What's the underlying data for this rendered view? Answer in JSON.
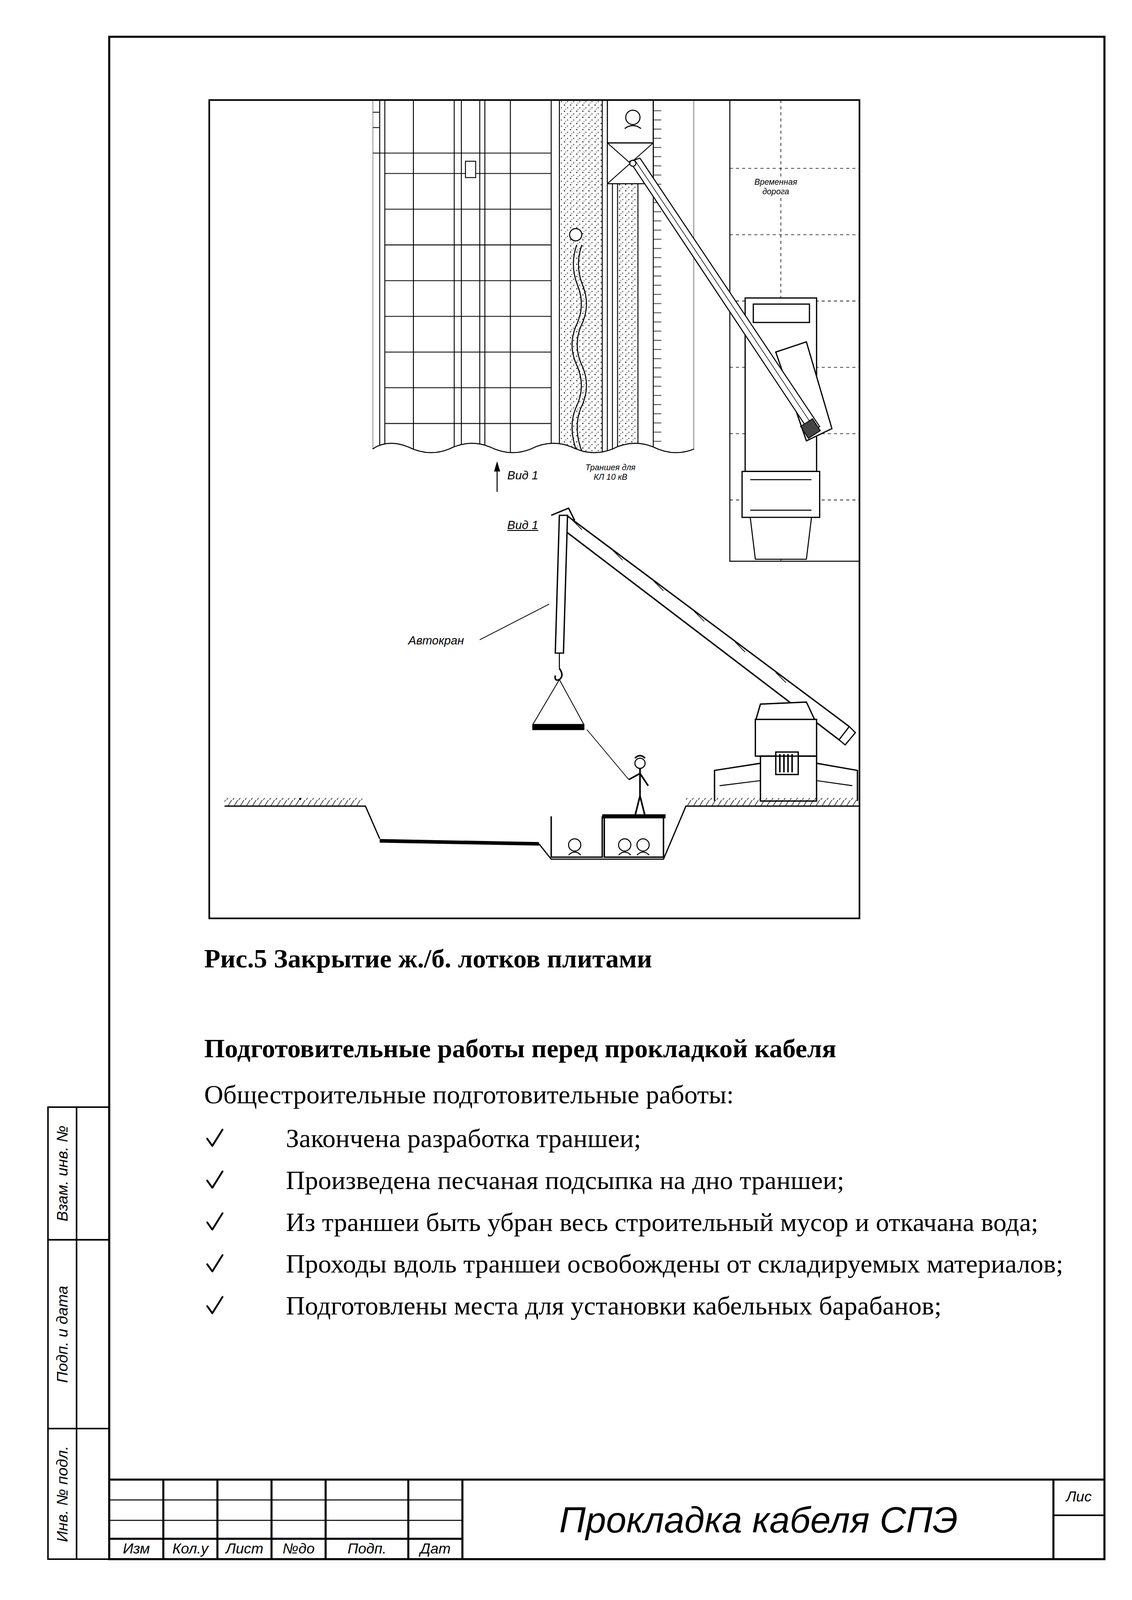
{
  "diagram": {
    "title": "Подготовительные работы перед прокладкой кабеля",
    "caption": "Рис.5 Закрытие ж./б. лотков плитами",
    "labels": [
      "Временная дорога",
      "Вид 1",
      "Траншея для КЛ 10 кВ",
      "Вид 1",
      "Автокран",
      "Общестроительные подготовительные работы:",
      "Закончена разработка траншеи;",
      "Произведена песчаная подсыпка на дно траншеи;",
      "Из траншеи быть убран весь строительный мусор и откачана вода;",
      "Проходы вдоль траншеи освобождены от складируемых материалов;",
      "Подготовлены места для установки кабельных барабанов;",
      "Взам. инв. №",
      "Подп. и дата",
      "Инв. № подл.",
      "Изм",
      "Кол.у",
      "Лист",
      "№до",
      "Подп.",
      "Дат",
      "Прокладка кабеля СПЭ",
      "Лис"
    ]
  }
}
